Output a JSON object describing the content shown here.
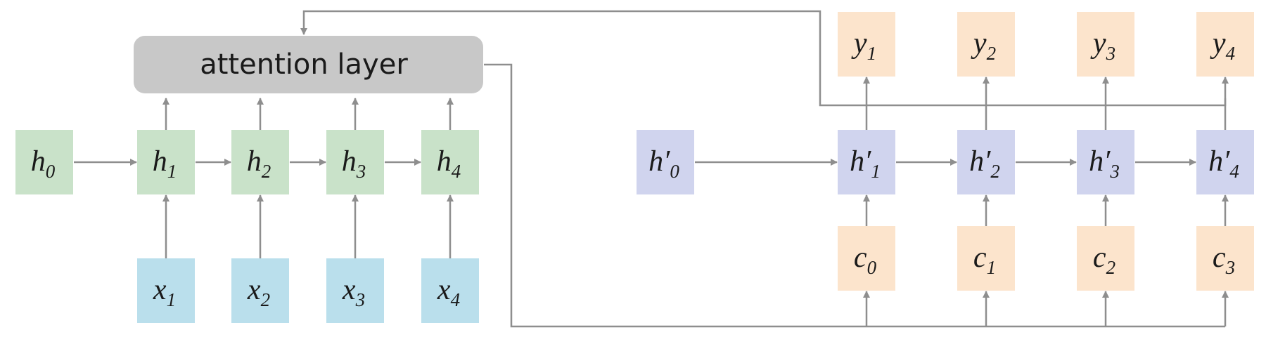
{
  "attention": {
    "label": "attention layer"
  },
  "colors": {
    "hidden": "#c9e2c9",
    "input": "#badfec",
    "decoder": "#d0d4ee",
    "output": "#fce4cc",
    "attention_box": "#c8c8c8",
    "line": "#8e8e8e",
    "text": "#1a1a1a"
  },
  "encoder": {
    "hidden": [
      {
        "base": "h",
        "sub": "0"
      },
      {
        "base": "h",
        "sub": "1"
      },
      {
        "base": "h",
        "sub": "2"
      },
      {
        "base": "h",
        "sub": "3"
      },
      {
        "base": "h",
        "sub": "4"
      }
    ],
    "inputs": [
      {
        "base": "x",
        "sub": "1"
      },
      {
        "base": "x",
        "sub": "2"
      },
      {
        "base": "x",
        "sub": "3"
      },
      {
        "base": "x",
        "sub": "4"
      }
    ]
  },
  "decoder": {
    "hidden": [
      {
        "base": "h′",
        "sub": "0"
      },
      {
        "base": "h′",
        "sub": "1"
      },
      {
        "base": "h′",
        "sub": "2"
      },
      {
        "base": "h′",
        "sub": "3"
      },
      {
        "base": "h′",
        "sub": "4"
      }
    ],
    "outputs": [
      {
        "base": "y",
        "sub": "1"
      },
      {
        "base": "y",
        "sub": "2"
      },
      {
        "base": "y",
        "sub": "3"
      },
      {
        "base": "y",
        "sub": "4"
      }
    ],
    "contexts": [
      {
        "base": "c",
        "sub": "0"
      },
      {
        "base": "c",
        "sub": "1"
      },
      {
        "base": "c",
        "sub": "2"
      },
      {
        "base": "c",
        "sub": "3"
      }
    ]
  }
}
